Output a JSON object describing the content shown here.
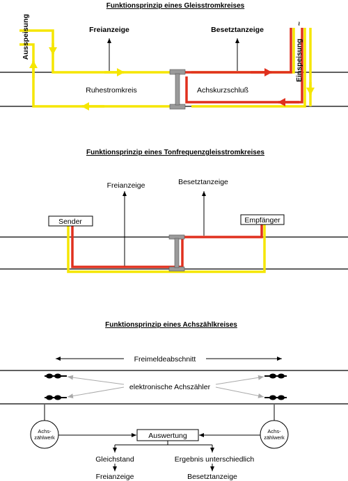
{
  "section1": {
    "title": "Funktionsprinzip eines Gleisstromkreises",
    "freianzeige": "Freianzeige",
    "besetztanzeige": "Besetztanzeige",
    "ausspeisung": "Ausspeisung",
    "einspeisung": "Einspeisung",
    "tilde": "~",
    "ruhestromkreis": "Ruhestromkreis",
    "achskurzschluss": "Achskurzschluß"
  },
  "section2": {
    "title": "Funktionsprinzip eines Tonfrequenzgleisstromkreises",
    "freianzeige": "Freianzeige",
    "besetztanzeige": "Besetztanzeige",
    "sender": "Sender",
    "empfaenger": "Empfänger"
  },
  "section3": {
    "title": "Funktionsprinzip eines Achszählkreises",
    "freimeldeabschnitt": "Freimeldeabschnitt",
    "elektronische_achszaehler": "elektronische Achszähler",
    "achszaehlwerk_line1": "Achs-",
    "achszaehlwerk_line2": "zählwerk",
    "auswertung": "Auswertung",
    "gleichstand": "Gleichstand",
    "ergebnis_unterschiedlich": "Ergebnis unterschiedlich",
    "freianzeige": "Freianzeige",
    "besetztanzeige": "Besetztanzeige"
  },
  "colors": {
    "yellow": "#f5e600",
    "red": "#e0301e",
    "axle": "#9a9a9a",
    "rail": "#000000"
  }
}
